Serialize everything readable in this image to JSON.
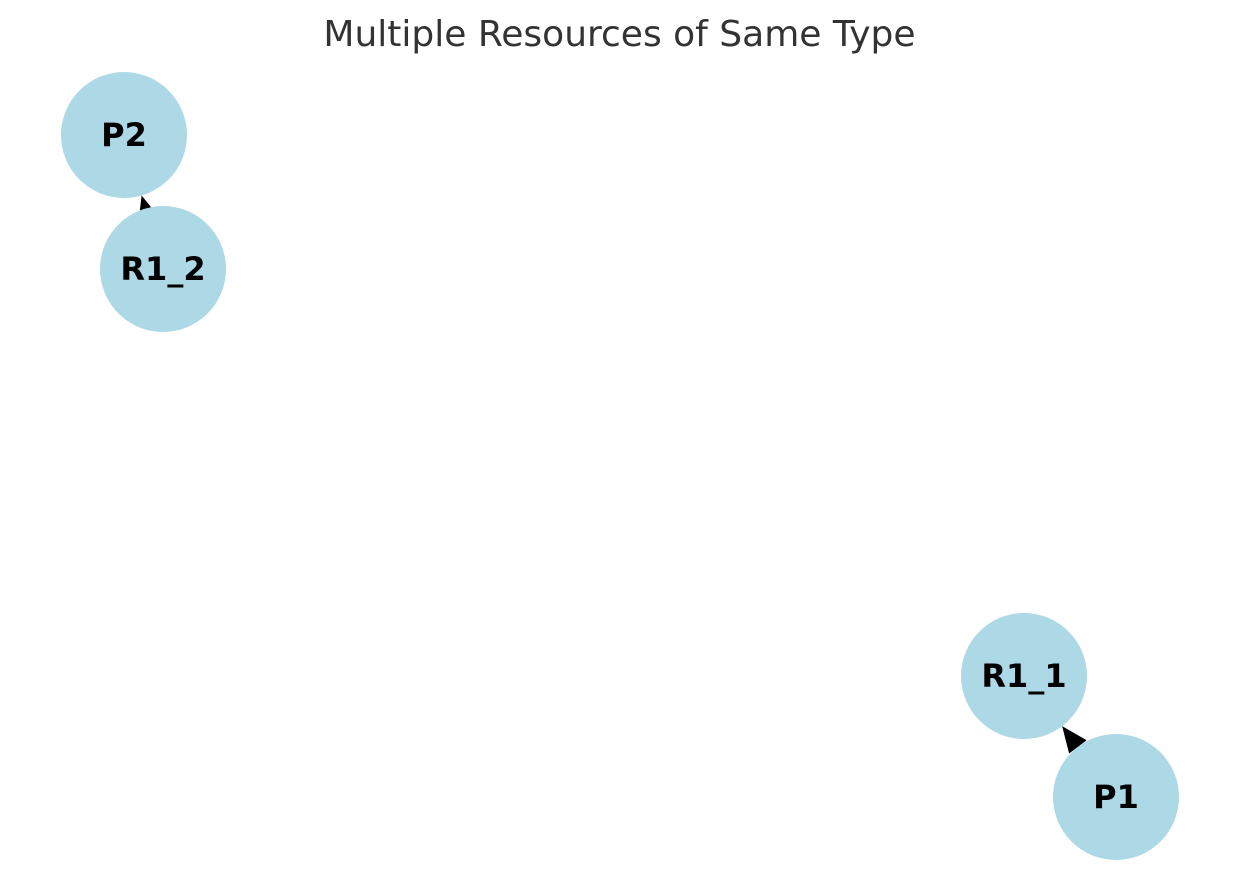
{
  "title": "Multiple Resources of Same Type",
  "colors": {
    "node_fill": "#add8e6",
    "edge": "#000000",
    "title": "#333333"
  },
  "nodes": [
    {
      "id": "P2",
      "label": "P2"
    },
    {
      "id": "R1_2",
      "label": "R1_2"
    },
    {
      "id": "R1_1",
      "label": "R1_1"
    },
    {
      "id": "P1",
      "label": "P1"
    }
  ],
  "edges": [
    {
      "from": "R1_2",
      "to": "P2"
    },
    {
      "from": "P1",
      "to": "R1_1"
    }
  ]
}
